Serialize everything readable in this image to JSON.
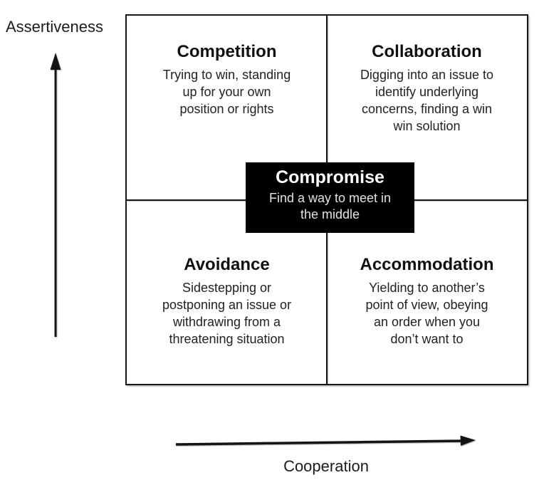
{
  "axes": {
    "y_label": "Assertiveness",
    "x_label": "Cooperation"
  },
  "quadrants": {
    "competition": {
      "title": "Competition",
      "description": "Trying to win, standing\nup for your own\nposition or rights"
    },
    "collaboration": {
      "title": "Collaboration",
      "description": "Digging into an issue to\nidentify underlying\nconcerns, finding a win\nwin solution"
    },
    "avoidance": {
      "title": "Avoidance",
      "description": "Sidestepping or\npostponing an issue or\nwithdrawing from a\nthreatening situation"
    },
    "accommodation": {
      "title": "Accommodation",
      "description": "Yielding to another’s\npoint of view, obeying\nan order when you\ndon’t want to"
    }
  },
  "center_box": {
    "title": "Compromise",
    "description": "Find a way to meet in\nthe middle"
  },
  "colors": {
    "background": "#ffffff",
    "line": "#161616",
    "title_text": "#111111",
    "body_text": "#222222",
    "center_bg": "#000000",
    "center_title_text": "#ffffff",
    "center_body_text": "#e2e2e2"
  }
}
